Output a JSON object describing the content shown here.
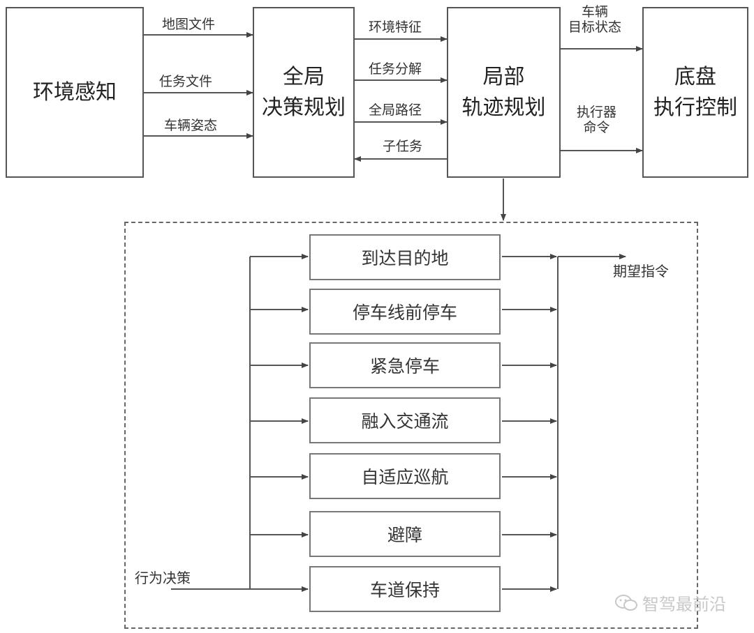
{
  "blocks": {
    "env": "环境感知",
    "global": "全局\n决策规划",
    "local": "局部\n轨迹规划",
    "chassis": "底盘\n执行控制"
  },
  "edges": {
    "map_file": "地图文件",
    "task_file": "任务文件",
    "vehicle_pose": "车辆姿态",
    "env_features": "环境特征",
    "task_decomp": "任务分解",
    "global_path": "全局路径",
    "subtask": "子任务",
    "vehicle_target": "车辆\n目标状态",
    "actuator_cmd": "执行器\n命令",
    "expected_cmd": "期望指令",
    "behavior_decision": "行为决策"
  },
  "behaviors": [
    "到达目的地",
    "停车线前停车",
    "紧急停车",
    "融入交通流",
    "自适应巡航",
    "避障",
    "车道保持"
  ],
  "watermark": "智驾最前沿"
}
